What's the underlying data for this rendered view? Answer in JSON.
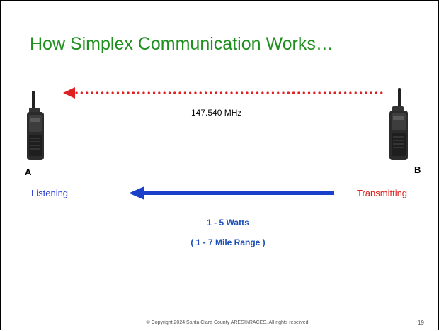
{
  "slide": {
    "title": "How Simplex Communication Works…",
    "frequency": "147.540 MHz",
    "station_a": {
      "letter": "A",
      "status": "Listening"
    },
    "station_b": {
      "letter": "B",
      "status": "Transmitting"
    },
    "power": "1 - 5  Watts",
    "range": "( 1 - 7  Mile Range )",
    "footer": "©  Copyright 2024  Santa Clara County ARES®/RACES. All rights reserved.",
    "page_number": "19"
  },
  "icons": {
    "radio_a": "handheld-radio-icon",
    "radio_b": "handheld-radio-icon"
  },
  "colors": {
    "title": "#1f8f1f",
    "dotted_arrow": "#e02020",
    "solid_arrow": "#1a3fc9",
    "listening": "#2b3fcf",
    "transmitting": "#e02020",
    "power_text": "#1c4fb8"
  }
}
